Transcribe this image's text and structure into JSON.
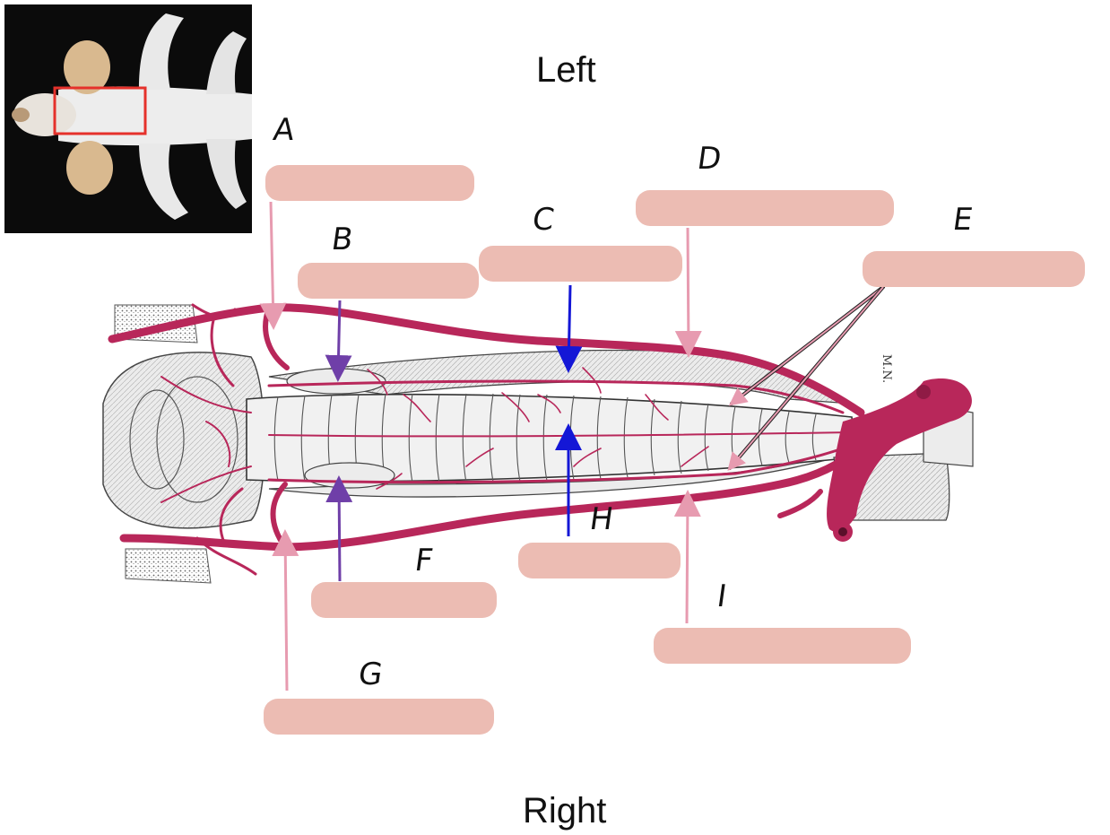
{
  "orientation": {
    "top": "Left",
    "bottom": "Right"
  },
  "labels": [
    "A",
    "B",
    "C",
    "D",
    "E",
    "F",
    "G",
    "H",
    "I"
  ],
  "initials": "M.N.",
  "colors": {
    "answer_box": "#ecbcb3",
    "artery": "#b8275a",
    "pink_arrow": "#e79bb0",
    "purple_arrow": "#6f3fa8",
    "blue_arrow": "#1417d6",
    "highlight_box": "#e5312b"
  }
}
